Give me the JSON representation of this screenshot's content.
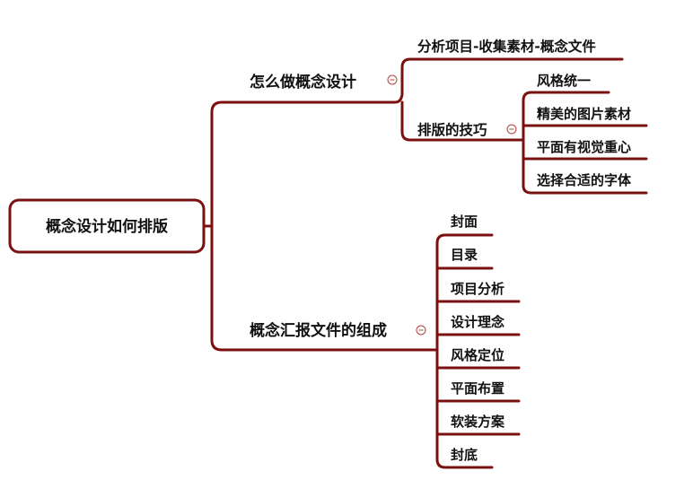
{
  "diagram": {
    "type": "mindmap",
    "line_color": "#7b1010",
    "collapse_icon": "minus-circle-icon",
    "root": {
      "label": "概念设计如何排版"
    },
    "branch_1": {
      "label": "怎么做概念设计",
      "child_1": {
        "label": "分析项目-收集素材-概念文件"
      },
      "child_2": {
        "label": "排版的技巧",
        "leaves": [
          "风格统一",
          "精美的图片素材",
          "平面有视觉重心",
          "选择合适的字体"
        ]
      }
    },
    "branch_2": {
      "label": "概念汇报文件的组成",
      "leaves": [
        "封面",
        "目录",
        "项目分析",
        "设计理念",
        "风格定位",
        "平面布置",
        "软装方案",
        "封底"
      ]
    }
  }
}
